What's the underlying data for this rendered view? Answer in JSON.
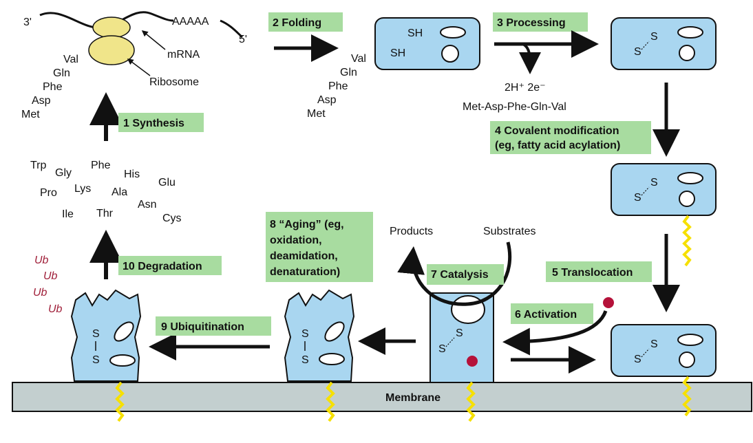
{
  "mrna": {
    "three_prime": "3'",
    "polyA": "AAAAA",
    "five_prime": "5'",
    "mrna_label": "mRNA",
    "ribosome_label": "Ribosome"
  },
  "chain1": [
    "Val",
    "Gln",
    "Phe",
    "Asp",
    "Met"
  ],
  "chain2": [
    "Val",
    "Gln",
    "Phe",
    "Asp",
    "Met"
  ],
  "amino_pool": [
    "Trp",
    "Gly",
    "Phe",
    "His",
    "Glu",
    "Pro",
    "Lys",
    "Ala",
    "Asn",
    "Ile",
    "Thr",
    "Cys"
  ],
  "steps": {
    "s1": "1 Synthesis",
    "s2": "2 Folding",
    "s3": "3 Processing",
    "s4_line1": "4 Covalent modification",
    "s4_line2": "(eg, fatty acid acylation)",
    "s5": "5 Translocation",
    "s6": "6 Activation",
    "s7": "7 Catalysis",
    "s8_line1": "8 “Aging” (eg,",
    "s8_line2": "oxidation,",
    "s8_line3": "deamidation,",
    "s8_line4": "denaturation)",
    "s9": "9 Ubiquitination",
    "s10": "10 Degradation"
  },
  "groups": {
    "sh": "SH",
    "s": "S"
  },
  "processing_byproducts": {
    "electrons": "2H⁺ 2e⁻",
    "peptide": "Met-Asp-Phe-Gln-Val"
  },
  "catalysis": {
    "products": "Products",
    "substrates": "Substrates"
  },
  "ub_tags": [
    "Ub",
    "Ub",
    "Ub",
    "Ub"
  ],
  "membrane": "Membrane"
}
